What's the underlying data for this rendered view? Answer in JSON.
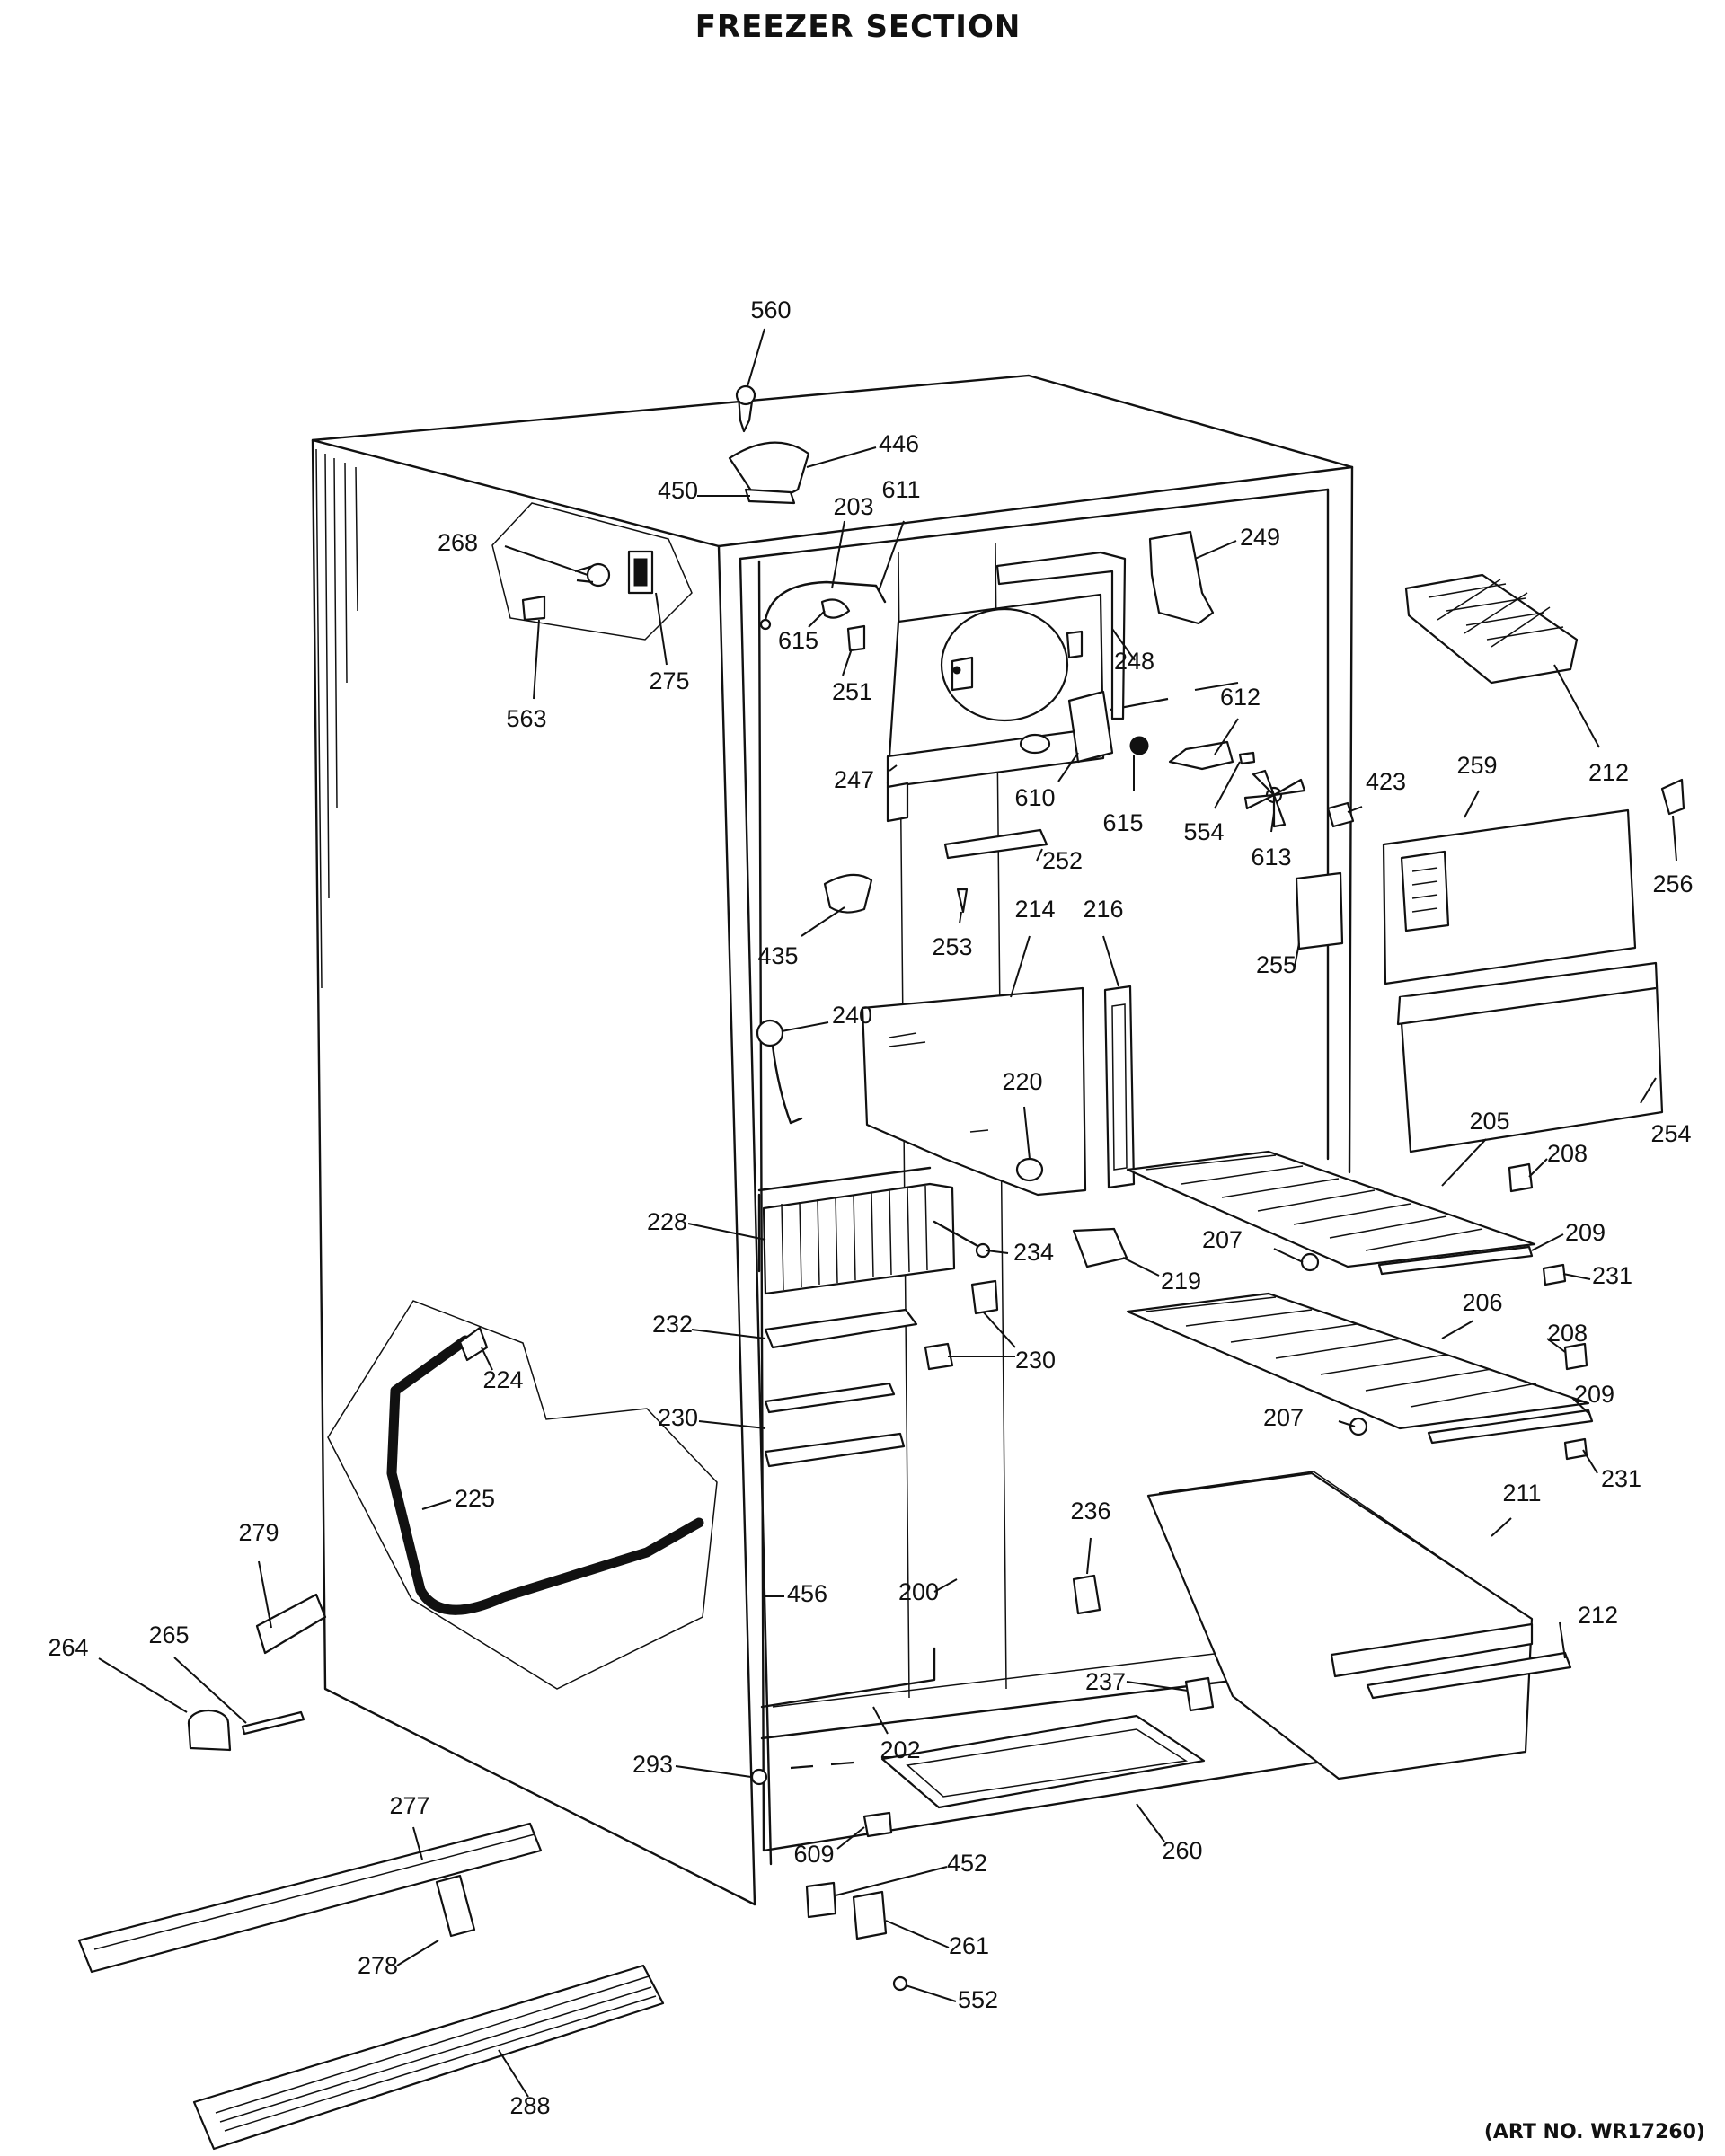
{
  "title": "FREEZER SECTION",
  "art_number": "(ART NO. WR17260)",
  "callouts": [
    "560",
    "446",
    "450",
    "203",
    "611",
    "268",
    "249",
    "615",
    "251",
    "275",
    "563",
    "248",
    "212",
    "612",
    "259",
    "247",
    "610",
    "615",
    "554",
    "613",
    "423",
    "256",
    "252",
    "253",
    "435",
    "214",
    "216",
    "255",
    "240",
    "220",
    "254",
    "205",
    "208",
    "228",
    "234",
    "207",
    "209",
    "219",
    "231",
    "232",
    "230",
    "206",
    "208",
    "224",
    "230",
    "209",
    "207",
    "231",
    "225",
    "211",
    "279",
    "236",
    "456",
    "200",
    "212",
    "264",
    "265",
    "237",
    "202",
    "293",
    "277",
    "260",
    "609",
    "452",
    "261",
    "278",
    "552",
    "288"
  ]
}
